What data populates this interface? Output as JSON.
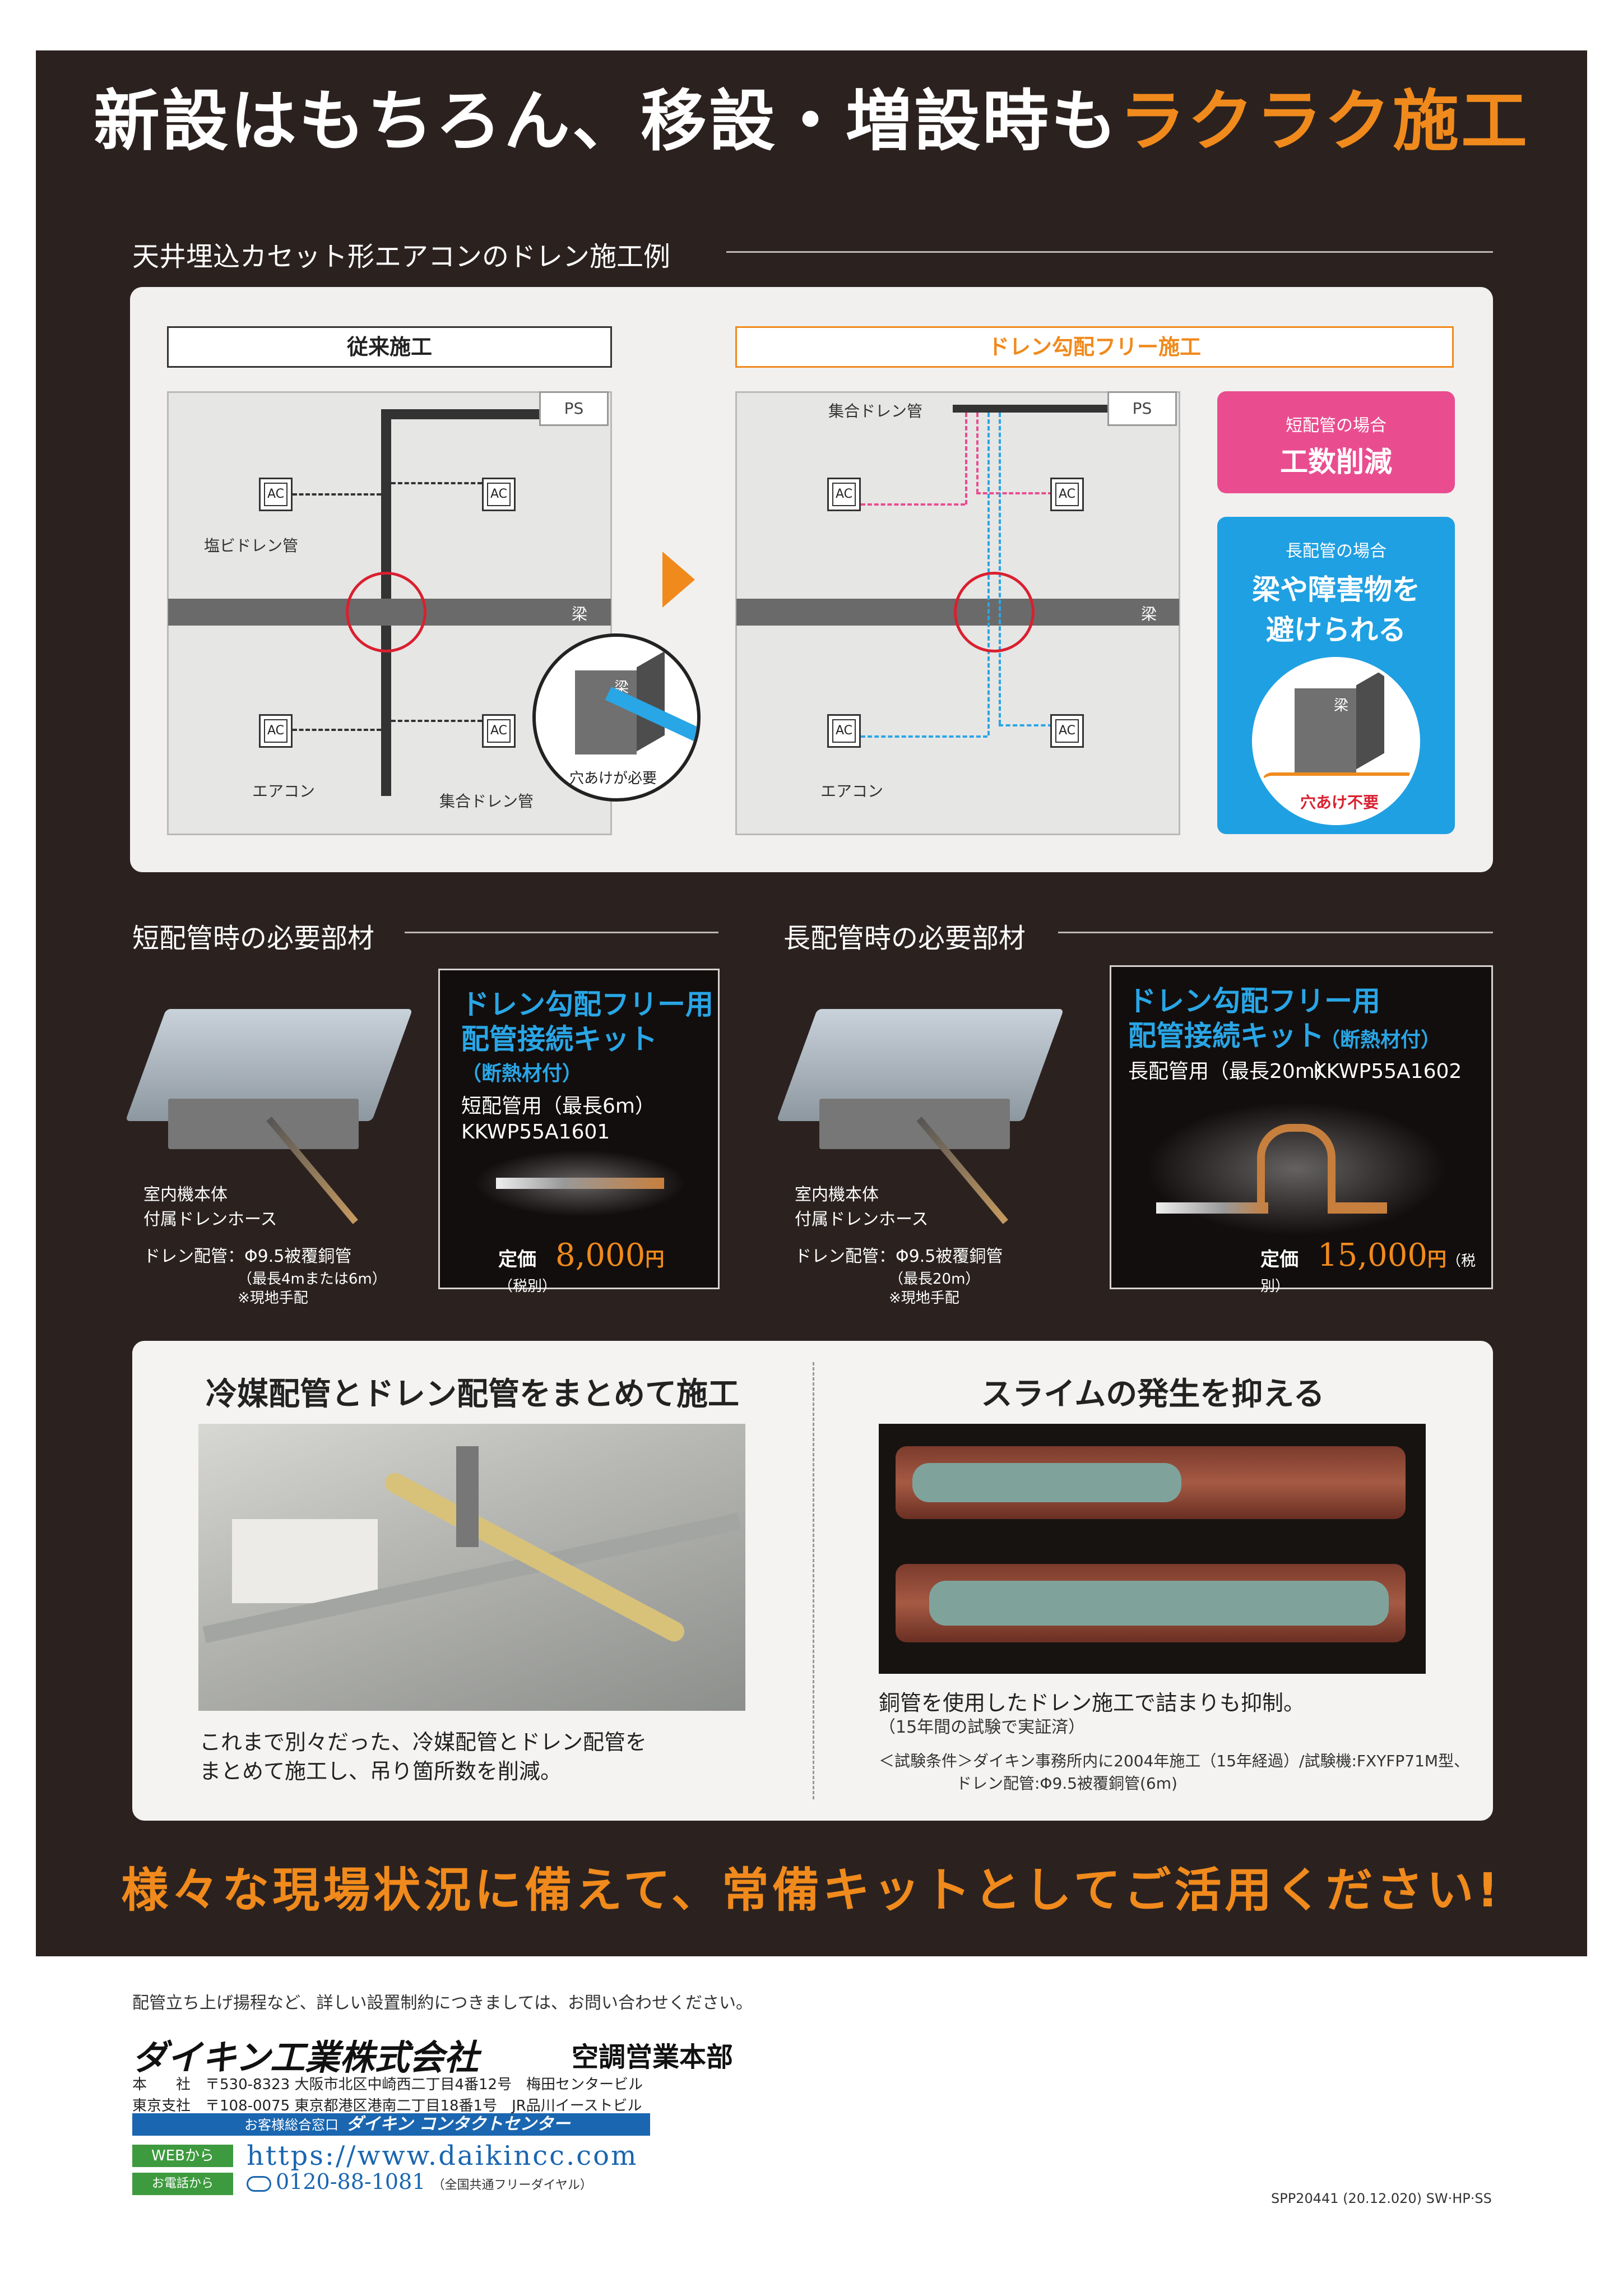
{
  "headline": {
    "main": "新設はもちろん、移設・増設時も",
    "accent": "ラクラク施工"
  },
  "diagram_section": {
    "title": "天井埋込カセット形エアコンのドレン施工例",
    "left": {
      "label": "従来施工",
      "ps": "PS",
      "ac": "AC",
      "pipe_label": "塩ビドレン管",
      "beam": "梁",
      "aircon_label": "エアコン",
      "collect_label": "集合ドレン管",
      "zoom_beam": "梁",
      "zoom_caption": "穴あけが必要"
    },
    "right": {
      "label": "ドレン勾配フリー施工",
      "ps": "PS",
      "ac": "AC",
      "collect_label": "集合ドレン管",
      "beam": "梁",
      "aircon_label": "エアコン",
      "short_callout": {
        "line1": "短配管の場合",
        "line2": "工数削減"
      },
      "long_callout": {
        "line1": "長配管の場合",
        "line2": "梁や障害物を",
        "line3": "避けられる",
        "zoom_beam": "梁",
        "zoom_caption": "穴あけ不要"
      }
    }
  },
  "short_parts": {
    "title": "短配管時の必要部材",
    "unit_label1": "室内機本体",
    "unit_label2": "付属ドレンホース",
    "drain_label": "ドレン配管：Φ9.5被覆銅管",
    "drain_note1": "（最長4mまたは6m）",
    "drain_note2": "※現地手配",
    "kit": {
      "title1": "ドレン勾配フリー用",
      "title2": "配管接続キット",
      "title3": "（断熱材付）",
      "spec": "短配管用（最長6m）",
      "model": "KKWP55A1601",
      "price_label": "定価",
      "price": "8,000",
      "price_unit": "円",
      "tax": "（税別）"
    }
  },
  "long_parts": {
    "title": "長配管時の必要部材",
    "unit_label1": "室内機本体",
    "unit_label2": "付属ドレンホース",
    "drain_label": "ドレン配管：Φ9.5被覆銅管",
    "drain_note1": "（最長20m）",
    "drain_note2": "※現地手配",
    "kit": {
      "title1": "ドレン勾配フリー用",
      "title2": "配管接続キット",
      "title3": "（断熱材付）",
      "spec": "長配管用（最長20m）",
      "model": "KKWP55A1602",
      "price_label": "定価",
      "price": "15,000",
      "price_unit": "円",
      "tax": "（税別）"
    }
  },
  "feature_left": {
    "title": "冷媒配管とドレン配管をまとめて施工",
    "text1": "これまで別々だった、冷媒配管とドレン配管を",
    "text2": "まとめて施工し、吊り箇所数を削減。"
  },
  "feature_right": {
    "title": "スライムの発生を抑える",
    "text1": "銅管を使用したドレン施工で詰まりも抑制。",
    "text2": "（15年間の試験で実証済）",
    "note1": "＜試験条件＞ダイキン事務所内に2004年施工（15年経過）/試験機:FXYFP71M型、",
    "note2": "ドレン配管:Φ9.5被覆銅管(6m)"
  },
  "slogan": "様々な現場状況に備えて、常備キットとしてご活用ください!",
  "footer": {
    "note": "配管立ち上げ揚程など、詳しい設置制約につきましては、お問い合わせください。",
    "company": "ダイキン工業株式会社",
    "division": "空調営業本部",
    "hq": "本　　社　〒530-8323  大阪市北区中崎西二丁目4番12号　梅田センタービル",
    "tokyo": "東京支社　〒108-0075  東京都港区港南二丁目18番1号　JR品川イーストビル",
    "contact_label": "お客様総合窓口",
    "contact_name": "ダイキン コンタクトセンター",
    "web_tag": "WEBから",
    "web": "https://www.daikincc.com",
    "tel_tag": "お電話から",
    "tel": "0120-88-1081",
    "tel_note": "（全国共通フリーダイヤル）",
    "code": "SPP20441 (20.12.020) SW·HP·SS"
  },
  "colors": {
    "accent": "#f08a1c",
    "pink": "#e94d8f",
    "blue": "#1fa0e2",
    "dark_bg": "#2b2220"
  }
}
